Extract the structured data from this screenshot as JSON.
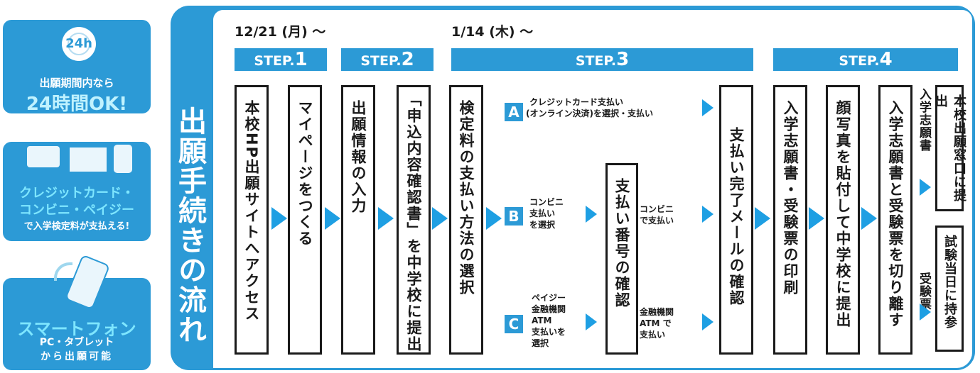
{
  "cards": {
    "card1": {
      "icon_label": "24h",
      "line1": "出願期間内なら",
      "line2": "24時間OK!"
    },
    "card2": {
      "line1": "クレジットカード・",
      "line2": "コンビニ・ペイジー",
      "line3": "で入学検定料が支払える!"
    },
    "card3": {
      "line1": "スマートフォン",
      "line2": "PC・タブレット",
      "line3": "から出願可能"
    }
  },
  "flow_title": "出願手続きの流れ",
  "dates": {
    "d1": "12/21 (月) 〜",
    "d2": "1/14 (木) 〜"
  },
  "steps": {
    "prefix": "STEP.",
    "s1": "1",
    "s2": "2",
    "s3": "3",
    "s4": "4"
  },
  "boxes": {
    "b1": "本校HP出願サイトへアクセス",
    "b2": "マイページをつくる",
    "b3": "出願情報の入力",
    "b4": "「申込内容確認書」を中学校に提出",
    "b5": "検定料の支払い方法の選択",
    "b6": "支払い番号の確認",
    "b7": "支払い完了メールの確認",
    "b8": "入学志願書・受験票の印刷",
    "b9": "顔写真を貼付して中学校に提出",
    "b10": "入学志願書と受験票を切り離す",
    "b11": "本校出願窓口に提出",
    "b12": "試験当日に持参"
  },
  "payment": {
    "a": {
      "badge": "A",
      "line1": "クレジットカード支払い",
      "line2": "(オンライン決済)を選択・支払い"
    },
    "b": {
      "badge": "B",
      "line1": "コンビニ",
      "line2": "支払い",
      "line3": "を選択",
      "after1": "コンビニ",
      "after2": "で支払い"
    },
    "c": {
      "badge": "C",
      "line1": "ペイジー",
      "line2": "金融機関",
      "line3": "ATM",
      "line4": "支払いを",
      "line5": "選択",
      "after1": "金融機関",
      "after2": "ATM で",
      "after3": "支払い"
    }
  },
  "step4_labels": {
    "l1": "入学志願書",
    "l2": "受験票"
  },
  "colors": {
    "brand": "#2c9ad6",
    "arrow": "#1e9fe3"
  }
}
